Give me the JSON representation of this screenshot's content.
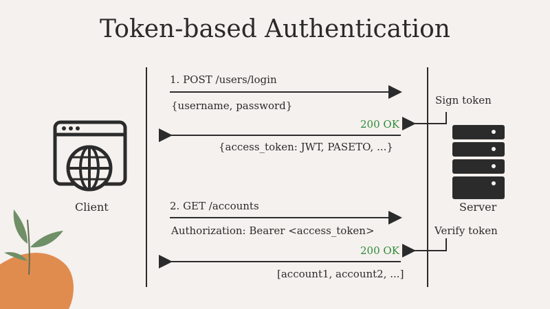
{
  "title": "Token-based Authentication",
  "client": {
    "label": "Client",
    "icon": "browser-globe-icon"
  },
  "server": {
    "label": "Server",
    "icon": "server-rack-icon"
  },
  "flow1": {
    "request": "1. POST /users/login",
    "request_body": "{username, password}",
    "server_action": "Sign token",
    "response_status": "200 OK",
    "response_body": "{access_token: JWT, PASETO, ...}"
  },
  "flow2": {
    "request": "2. GET /accounts",
    "request_header": "Authorization: Bearer <access_token>",
    "server_action": "Verify token",
    "response_status": "200 OK",
    "response_body": "[account1, account2, ...]"
  },
  "colors": {
    "background": "#f5f1ee",
    "ink": "#2b2b2b",
    "ok_green": "#2e8b3a",
    "leaf_green": "#6f8f67",
    "orange_blob": "#e08c4f"
  }
}
